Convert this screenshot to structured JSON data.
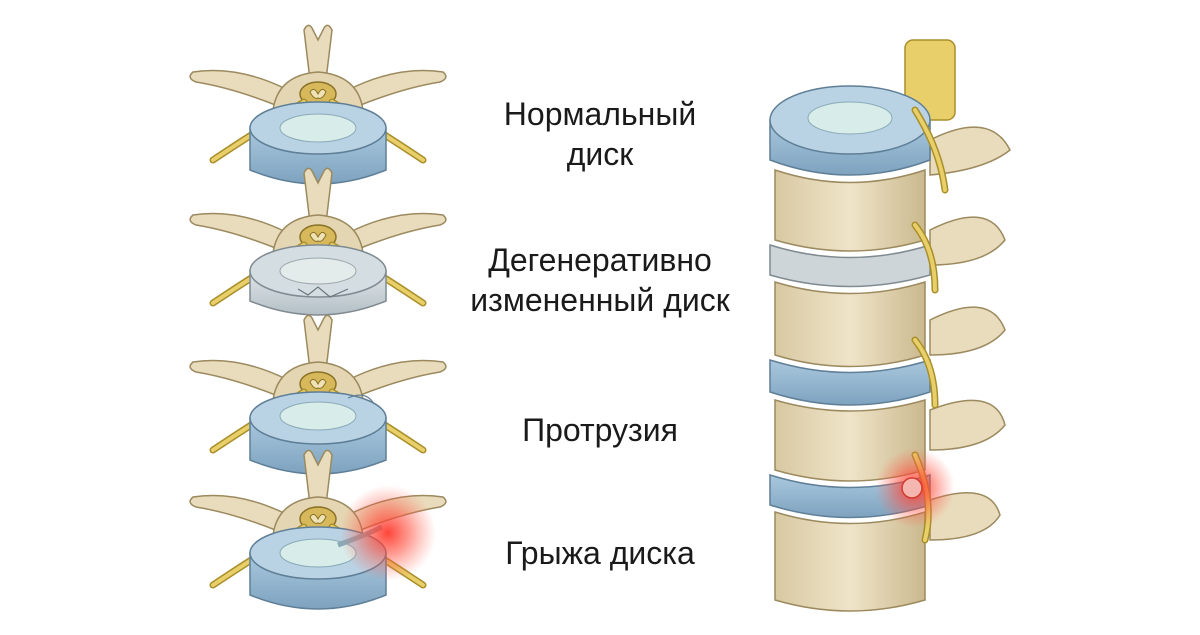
{
  "labels": {
    "normal": [
      "Нормальный",
      "диск"
    ],
    "degenerative": [
      "Дегенеративно",
      "измененный диск"
    ],
    "protrusion": [
      "Протрузия"
    ],
    "herniation": [
      "Грыжа диска"
    ]
  },
  "colors": {
    "bone": "#e9dcbc",
    "bone_shadow": "#c9b88f",
    "disc": "#b9d3e4",
    "disc_dark": "#6f94b1",
    "nucleus": "#d8ece9",
    "nerve": "#e8cf6a",
    "nerve_dark": "#a98f2a",
    "inflammation": "#e8433a",
    "degenerated_disc": "#d4dde2"
  },
  "icons": [
    "vertebra-cross-section",
    "spine-segment",
    "inflammation-glow"
  ]
}
